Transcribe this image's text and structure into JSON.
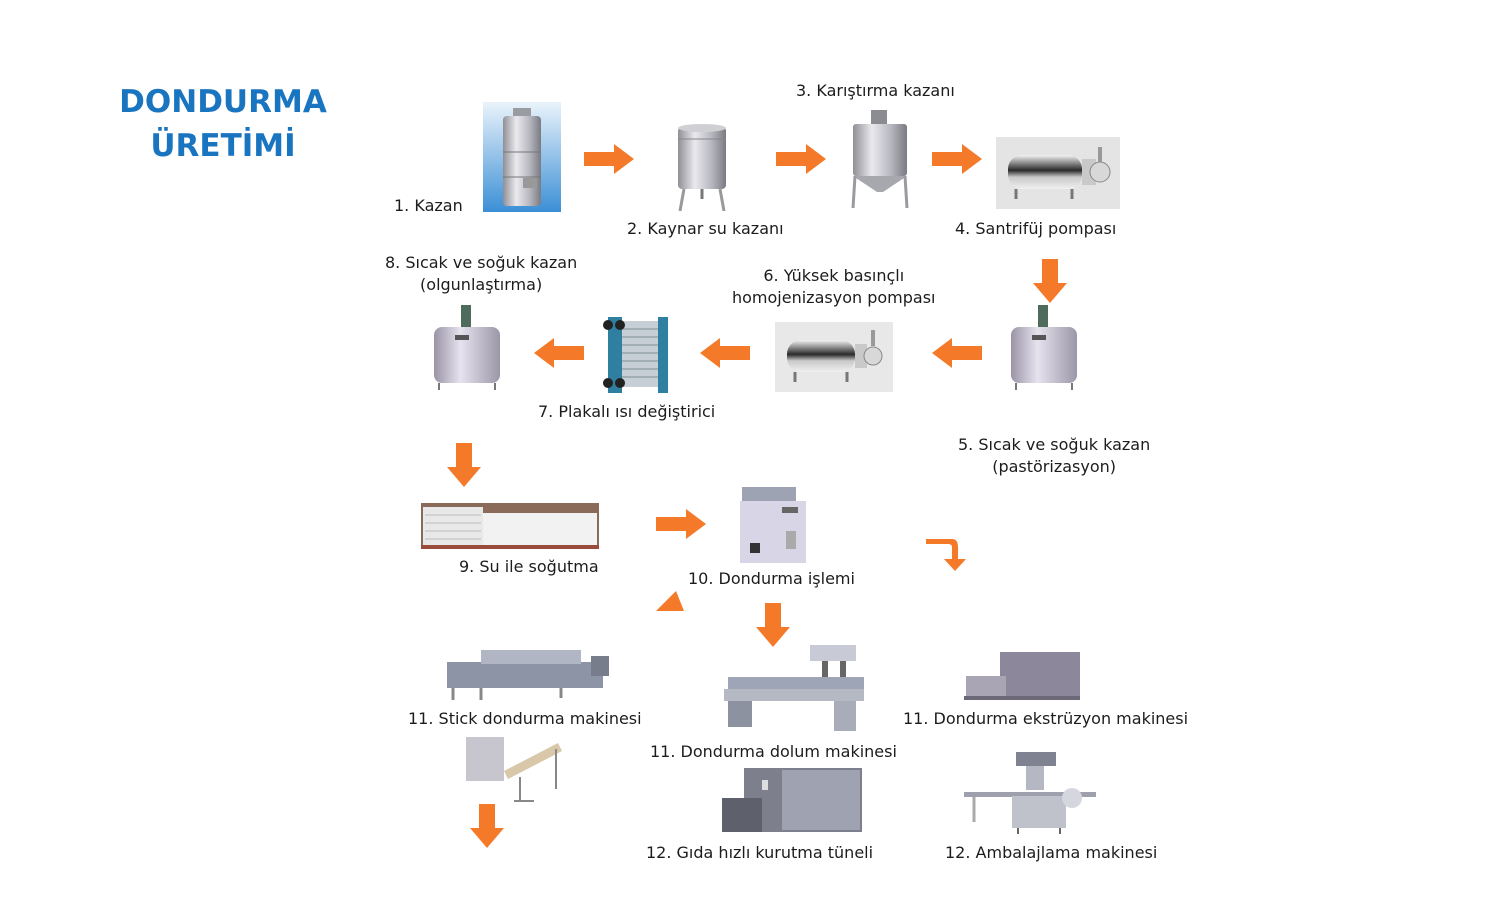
{
  "title": {
    "line1": "DONDURMA",
    "line2": "ÜRETİMİ"
  },
  "accent_color": "#f47a2a",
  "title_color": "#1a75c1",
  "steps": [
    {
      "label": "1. Kazan",
      "icon": "vertical-boiler-image"
    },
    {
      "label": "2. Kaynar su kazanı",
      "icon": "hot-water-tank-image"
    },
    {
      "label": "3. Karıştırma kazanı",
      "icon": "mixing-tank-image"
    },
    {
      "label": "4. Santrifüj pompası",
      "icon": "centrifugal-pump-image"
    },
    {
      "label_line1": "5. Sıcak ve soğuk kazan",
      "label_line2": "(pastörizasyon)",
      "icon": "pasteurization-tank-image"
    },
    {
      "label_line1": "6. Yüksek basınçlı",
      "label_line2": "homojenizasyon pompası",
      "icon": "homogenizer-pump-image"
    },
    {
      "label": "7. Plakalı ısı değiştirici",
      "icon": "plate-heat-exchanger-image"
    },
    {
      "label_line1": "8. Sıcak ve soğuk kazan",
      "label_line2": "(olgunlaştırma)",
      "icon": "aging-tank-image"
    },
    {
      "label": "9. Su ile soğutma",
      "icon": "water-cooling-unit-image"
    },
    {
      "label": "10. Dondurma işlemi",
      "icon": "freezer-machine-image"
    },
    {
      "label": "11. Stick dondurma makinesi",
      "icon": "stick-machine-image"
    },
    {
      "label": "11. Dondurma dolum makinesi",
      "icon": "filling-machine-image"
    },
    {
      "label": "11. Dondurma ekstrüzyon makinesi",
      "icon": "extrusion-machine-image"
    },
    {
      "label": "12. Gıda hızlı kurutma tüneli",
      "icon": "drying-tunnel-image"
    },
    {
      "label": "12. Ambalajlama makinesi",
      "icon": "packaging-machine-image"
    }
  ]
}
